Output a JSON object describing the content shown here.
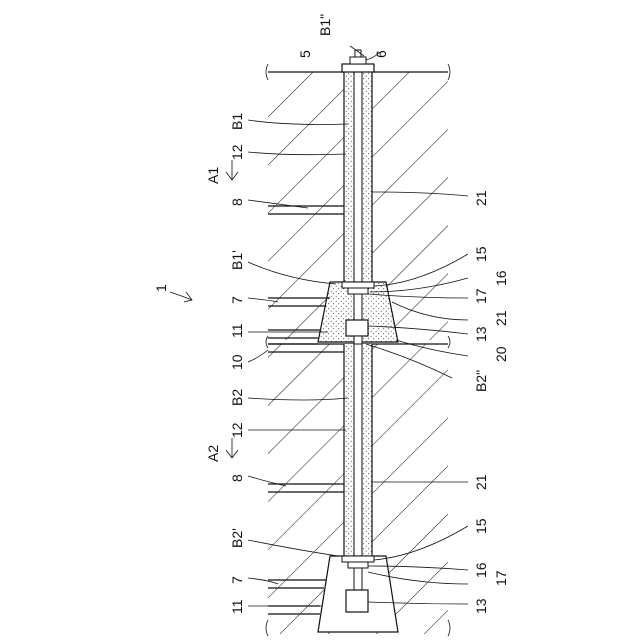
{
  "figure": {
    "assembly_ref": "1",
    "stage_refs": [
      "A1",
      "A2"
    ],
    "labels": {
      "top_left_B1": "B1",
      "top_left_12": "12",
      "top_left_8": "8",
      "mid_left_B1p": "B1'",
      "mid_left_7": "7",
      "mid_left_11": "11",
      "mid_left_10": "10",
      "mid_left_B2": "B2",
      "low_left_12": "12",
      "low_left_8": "8",
      "bot_left_B2p": "B2'",
      "bot_left_7": "7",
      "bot_left_11": "11",
      "top_5": "5",
      "top_6": "6",
      "top_B1pp": "B1\"",
      "right_21a": "21",
      "right_15a": "15",
      "right_16a": "16",
      "right_17a": "17",
      "right_21b": "21",
      "right_13a": "13",
      "right_20": "20",
      "right_B2pp": "B2\"",
      "right_21c": "21",
      "right_15b": "15",
      "right_16b": "16",
      "right_17b": "17",
      "right_13b": "13"
    }
  }
}
